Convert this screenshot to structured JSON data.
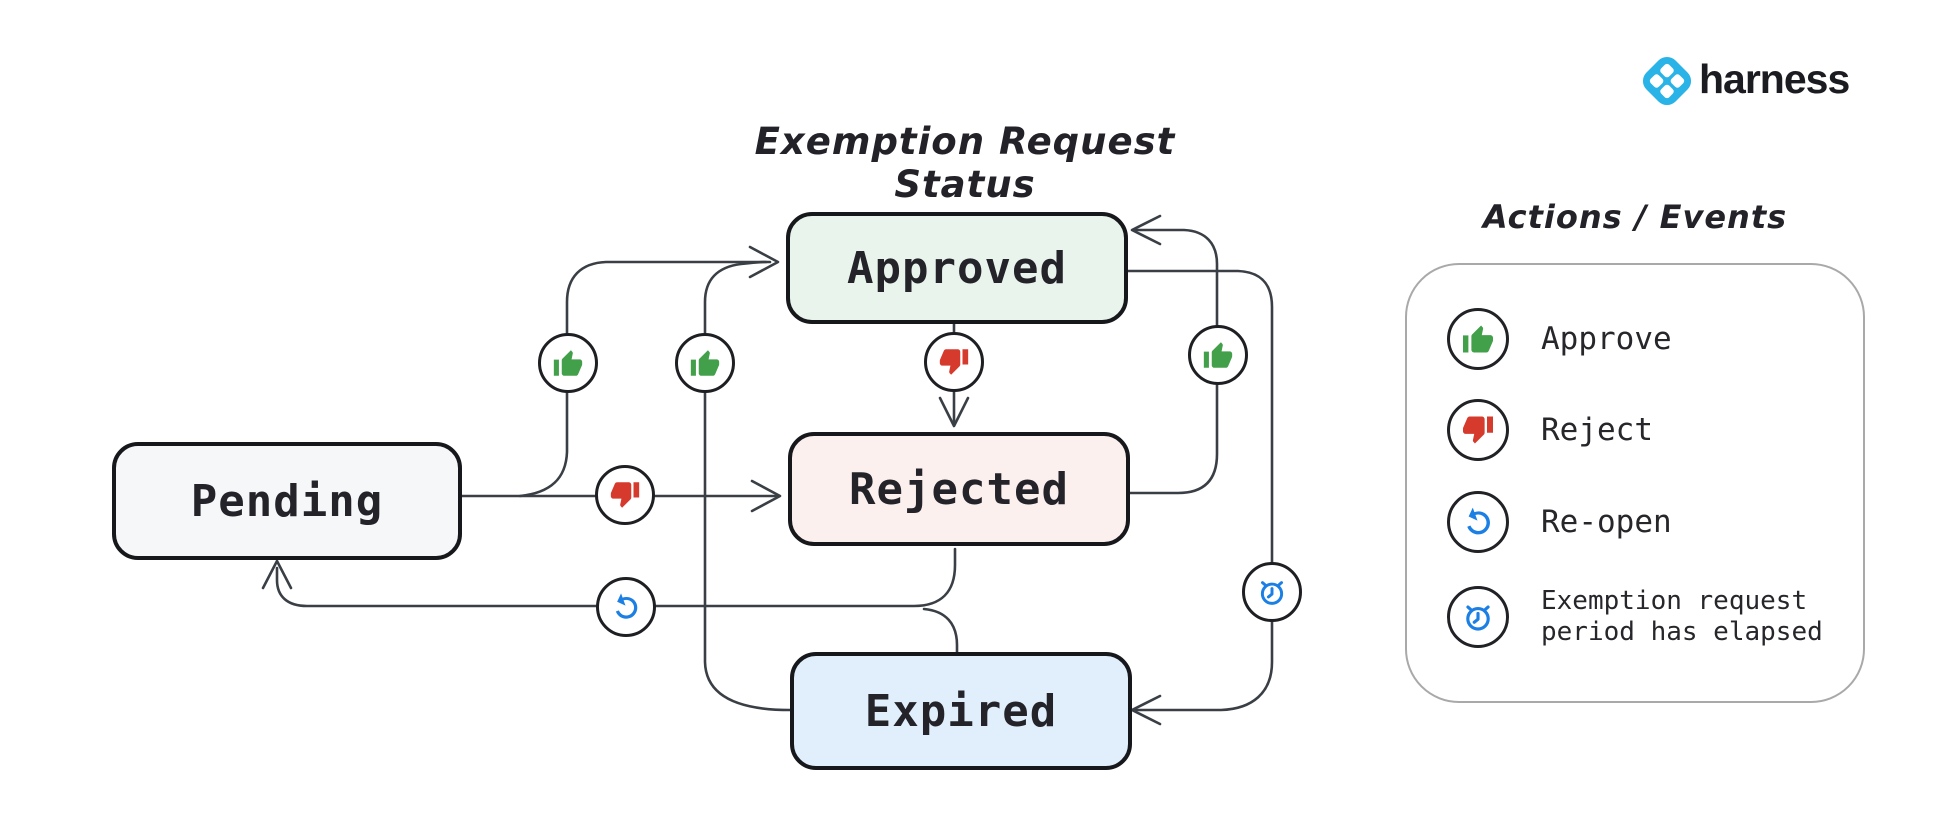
{
  "brand": {
    "name": "harness"
  },
  "title": "Exemption Request Status",
  "colors": {
    "line": "#3a3f46",
    "box_border": "#17181c",
    "approve": "#43a04a",
    "reject": "#d53a2c",
    "action": "#1b7fe4",
    "brand": "#29b3e6",
    "legend_border": "#a9a9a9",
    "pending_fill": "#f5f7f9",
    "approved_fill": "#e9f5ec",
    "rejected_fill": "#fcf0ee",
    "expired_fill": "#e0effb"
  },
  "states": [
    {
      "id": "pending",
      "label": "Pending"
    },
    {
      "id": "approved",
      "label": "Approved"
    },
    {
      "id": "rejected",
      "label": "Rejected"
    },
    {
      "id": "expired",
      "label": "Expired"
    }
  ],
  "transitions": [
    {
      "from": "Pending",
      "to": "Approved",
      "action": "Approve"
    },
    {
      "from": "Pending",
      "to": "Rejected",
      "action": "Reject"
    },
    {
      "from": "Approved",
      "to": "Rejected",
      "action": "Reject"
    },
    {
      "from": "Rejected",
      "to": "Approved",
      "action": "Approve"
    },
    {
      "from": "Expired",
      "to": "Approved",
      "action": "Approve"
    },
    {
      "from": "Approved",
      "to": "Expired",
      "action": "Exemption request period has elapsed"
    },
    {
      "from": "Rejected",
      "to": "Pending",
      "action": "Re-open"
    },
    {
      "from": "Expired",
      "to": "Pending",
      "action": "Re-open"
    }
  ],
  "legend": {
    "title": "Actions / Events",
    "items": [
      {
        "icon": "thumbs-up-icon",
        "label": "Approve"
      },
      {
        "icon": "thumbs-down-icon",
        "label": "Reject"
      },
      {
        "icon": "undo-icon",
        "label": "Re-open"
      },
      {
        "icon": "alarm-clock-icon",
        "label": "Exemption request period has elapsed"
      }
    ]
  }
}
